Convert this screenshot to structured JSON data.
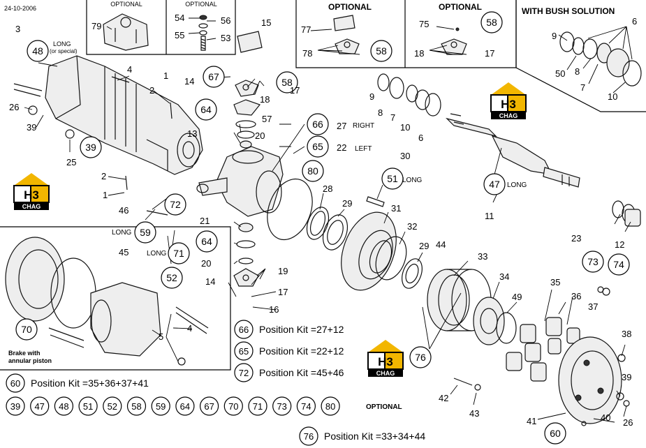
{
  "header": {
    "date": "24-10-2006"
  },
  "boxes": {
    "optional_a": "OPTIONAL",
    "optional_b": "OPTIONAL",
    "optional_c": "OPTIONAL",
    "optional_d": "OPTIONAL",
    "bush_solution": "WITH BUSH SOLUTION"
  },
  "notes": {
    "long_special_1": "LONG",
    "long_special_2": "(or special)",
    "right": "RIGHT",
    "left": "LEFT",
    "long_51": "LONG",
    "long_47": "LONG",
    "long_59": "LONG",
    "long_71": "LONG",
    "brake_1": "Brake with",
    "brake_2": "annular piston",
    "optional_footer": "OPTIONAL"
  },
  "logos": [
    {
      "name": "logo-right",
      "top": "H3",
      "bottom": "CHAG"
    },
    {
      "name": "logo-left",
      "top": "H3",
      "bottom": "CHAG"
    },
    {
      "name": "logo-center",
      "top": "H3",
      "bottom": "CHAG"
    }
  ],
  "kits": [
    {
      "num": "66",
      "text": "Position Kit =27+12"
    },
    {
      "num": "65",
      "text": "Position Kit =22+12"
    },
    {
      "num": "72",
      "text": "Position Kit =45+46"
    },
    {
      "num": "60",
      "text": "Position Kit =35+36+37+41"
    },
    {
      "num": "76",
      "text": "Position Kit =33+34+44"
    }
  ],
  "optional_row": [
    "39",
    "47",
    "48",
    "51",
    "52",
    "58",
    "59",
    "64",
    "67",
    "70",
    "71",
    "73",
    "74",
    "80"
  ],
  "bubbles": [
    "48",
    "67",
    "58",
    "58",
    "58",
    "64",
    "66",
    "65",
    "39",
    "80",
    "51",
    "47",
    "72",
    "59",
    "71",
    "52",
    "64",
    "70",
    "73",
    "74",
    "76",
    "60"
  ],
  "labels": [
    "3",
    "4",
    "2",
    "26",
    "39",
    "25",
    "1",
    "2",
    "1",
    "79",
    "54",
    "55",
    "56",
    "53",
    "15",
    "14",
    "18",
    "17",
    "13",
    "57",
    "20",
    "27",
    "22",
    "77",
    "78",
    "75",
    "18",
    "17",
    "9",
    "8",
    "7",
    "10",
    "6",
    "9",
    "50",
    "8",
    "7",
    "6",
    "10",
    "30",
    "28",
    "29",
    "31",
    "32",
    "29",
    "33",
    "44",
    "11",
    "23",
    "12",
    "35",
    "36",
    "34",
    "49",
    "37",
    "38",
    "39",
    "40",
    "26",
    "41",
    "42",
    "43",
    "46",
    "45",
    "21",
    "20",
    "14",
    "19",
    "17",
    "16",
    "4",
    "5"
  ]
}
